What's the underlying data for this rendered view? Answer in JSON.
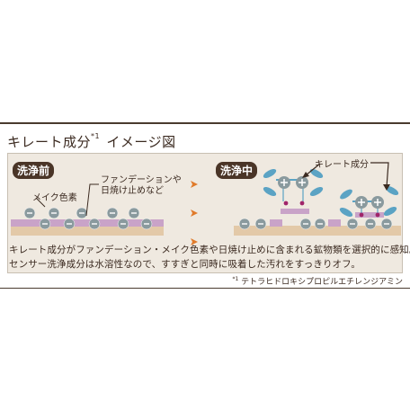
{
  "header": {
    "title": "キレート成分",
    "title_mark": "*1",
    "title_suffix": " イメージ図"
  },
  "diagram": {
    "before_badge": "洗浄前",
    "during_badge": "洗浄中",
    "label_makeup": "メイク色素",
    "label_foundation_1": "ファンデーションや",
    "label_foundation_2": "日焼け止めなど",
    "label_chelate": "キレート成分"
  },
  "caption": {
    "line1": "キレート成分がファンデーション・メイク色素や日焼け止めに含まれる鉱物類を選択的に感知。",
    "line2": "センサー洗浄成分は水溶性なので、すすぎと同時に吸着した汚れをすっきりオフ。"
  },
  "footnote": {
    "mark": "*1",
    "text": " テトラヒドロキシプロピルエチレンジアミン"
  },
  "colors": {
    "line": "#4a3a2e",
    "badge": "#4a3527",
    "skin": "#e3c9a8",
    "makeup": "#c9a3c8",
    "arrow": "#e07a2a",
    "chelate": "#5ba3c4",
    "ion": "#8a9a9e"
  }
}
